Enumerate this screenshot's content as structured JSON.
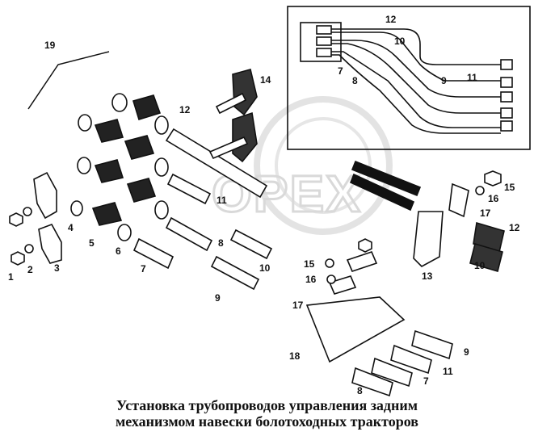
{
  "caption": {
    "line1": "Установка трубопроводов управления задним",
    "line2": "механизмом навески болотоходных тракторов"
  },
  "watermark": "OPEX",
  "callouts": [
    "1",
    "2",
    "3",
    "4",
    "5",
    "6",
    "7",
    "9",
    "19",
    "14",
    "12",
    "11",
    "8",
    "10",
    "12",
    "10",
    "7",
    "8",
    "9",
    "11",
    "15",
    "16",
    "17",
    "15",
    "16",
    "17",
    "12",
    "10",
    "13",
    "18",
    "9",
    "11",
    "7",
    "8"
  ],
  "colors": {
    "ink": "#111111",
    "watermark": "#d9d9d9",
    "background": "#ffffff"
  }
}
